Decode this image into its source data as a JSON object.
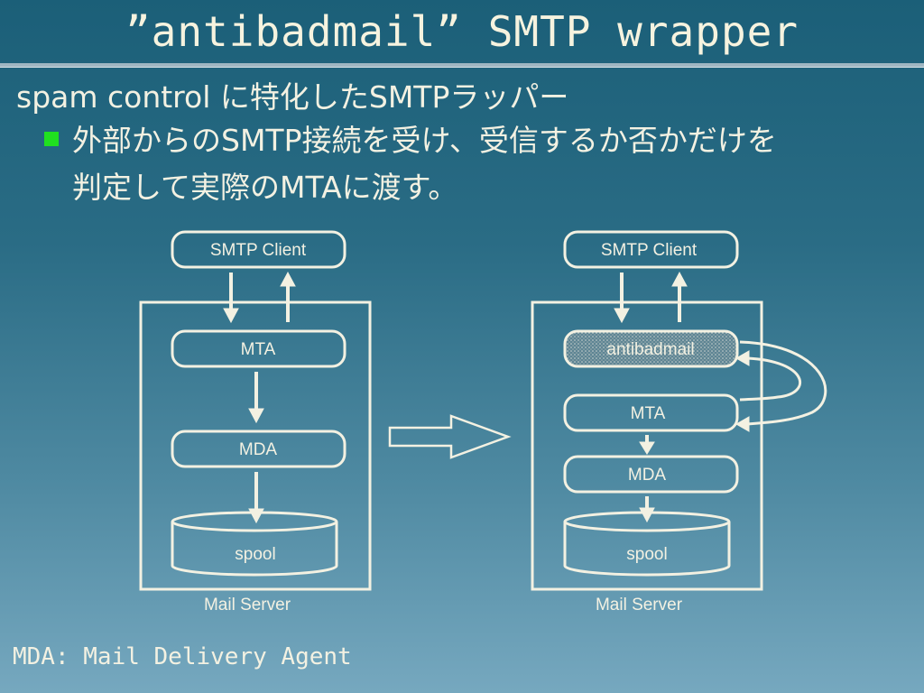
{
  "slide": {
    "title": "”antibadmail” SMTP wrapper",
    "line1": "spam control に特化したSMTPラッパー",
    "line2": "外部からのSMTP接続を受け、受信するか否かだけを",
    "line3": "判定して実際のMTAに渡す。",
    "footnote": "MDA: Mail Delivery Agent",
    "bullet_color": "#20e020"
  },
  "diagram": {
    "left": {
      "client": "SMTP Client",
      "mta": "MTA",
      "mda": "MDA",
      "spool": "spool",
      "server": "Mail Server"
    },
    "right": {
      "client": "SMTP Client",
      "antibadmail": "antibadmail",
      "mta": "MTA",
      "mda": "MDA",
      "spool": "spool",
      "server": "Mail Server"
    }
  }
}
